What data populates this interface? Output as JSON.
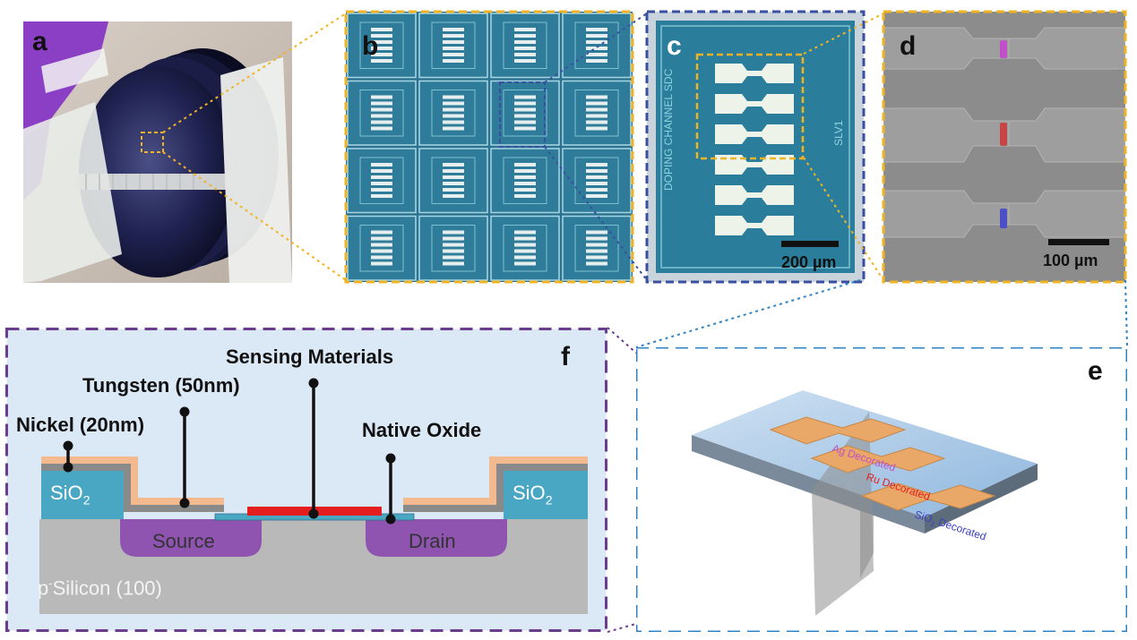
{
  "panels": {
    "a": {
      "letter": "a"
    },
    "b": {
      "letter": "b"
    },
    "c": {
      "letter": "c",
      "chip_text_left": "DOPING CHANNEL SDC",
      "chip_text_right": "SLV1",
      "scale_bar": "200 µm"
    },
    "d": {
      "letter": "d",
      "scale_bar": "100 µm"
    },
    "e": {
      "letter": "e",
      "labels": [
        "Ag Decorated",
        "Ru Decorated",
        "SiO",
        "2",
        " Decorated"
      ]
    },
    "f": {
      "letter": "f",
      "callouts": {
        "sensing": "Sensing Materials",
        "tungsten": "Tungsten (50nm)",
        "nickel": "Nickel (20nm)",
        "oxide": "Native Oxide"
      },
      "labels": {
        "sio2_left": "SiO",
        "sio2_right": "SiO",
        "sub2": "2",
        "source": "Source",
        "drain": "Drain",
        "substrate_pre": "p",
        "substrate_sup": "-",
        "substrate_post": "Silicon (100)"
      }
    }
  },
  "colors": {
    "yellow_frame": "#f0b323",
    "blue_frame": "#3a4fa0",
    "cyan_frame": "#2f83c4",
    "purple_frame": "#6a3d8f",
    "panel_f_bg": "#dbe8f6",
    "substrate": "#b9b9b9",
    "sio2": "#4aa7c4",
    "nickel": "#8a8a8a",
    "tungsten": "#f3b98f",
    "well": "#8e54b0",
    "sensing": "#e41e1e",
    "chip_blue": "#2a6f8c"
  }
}
